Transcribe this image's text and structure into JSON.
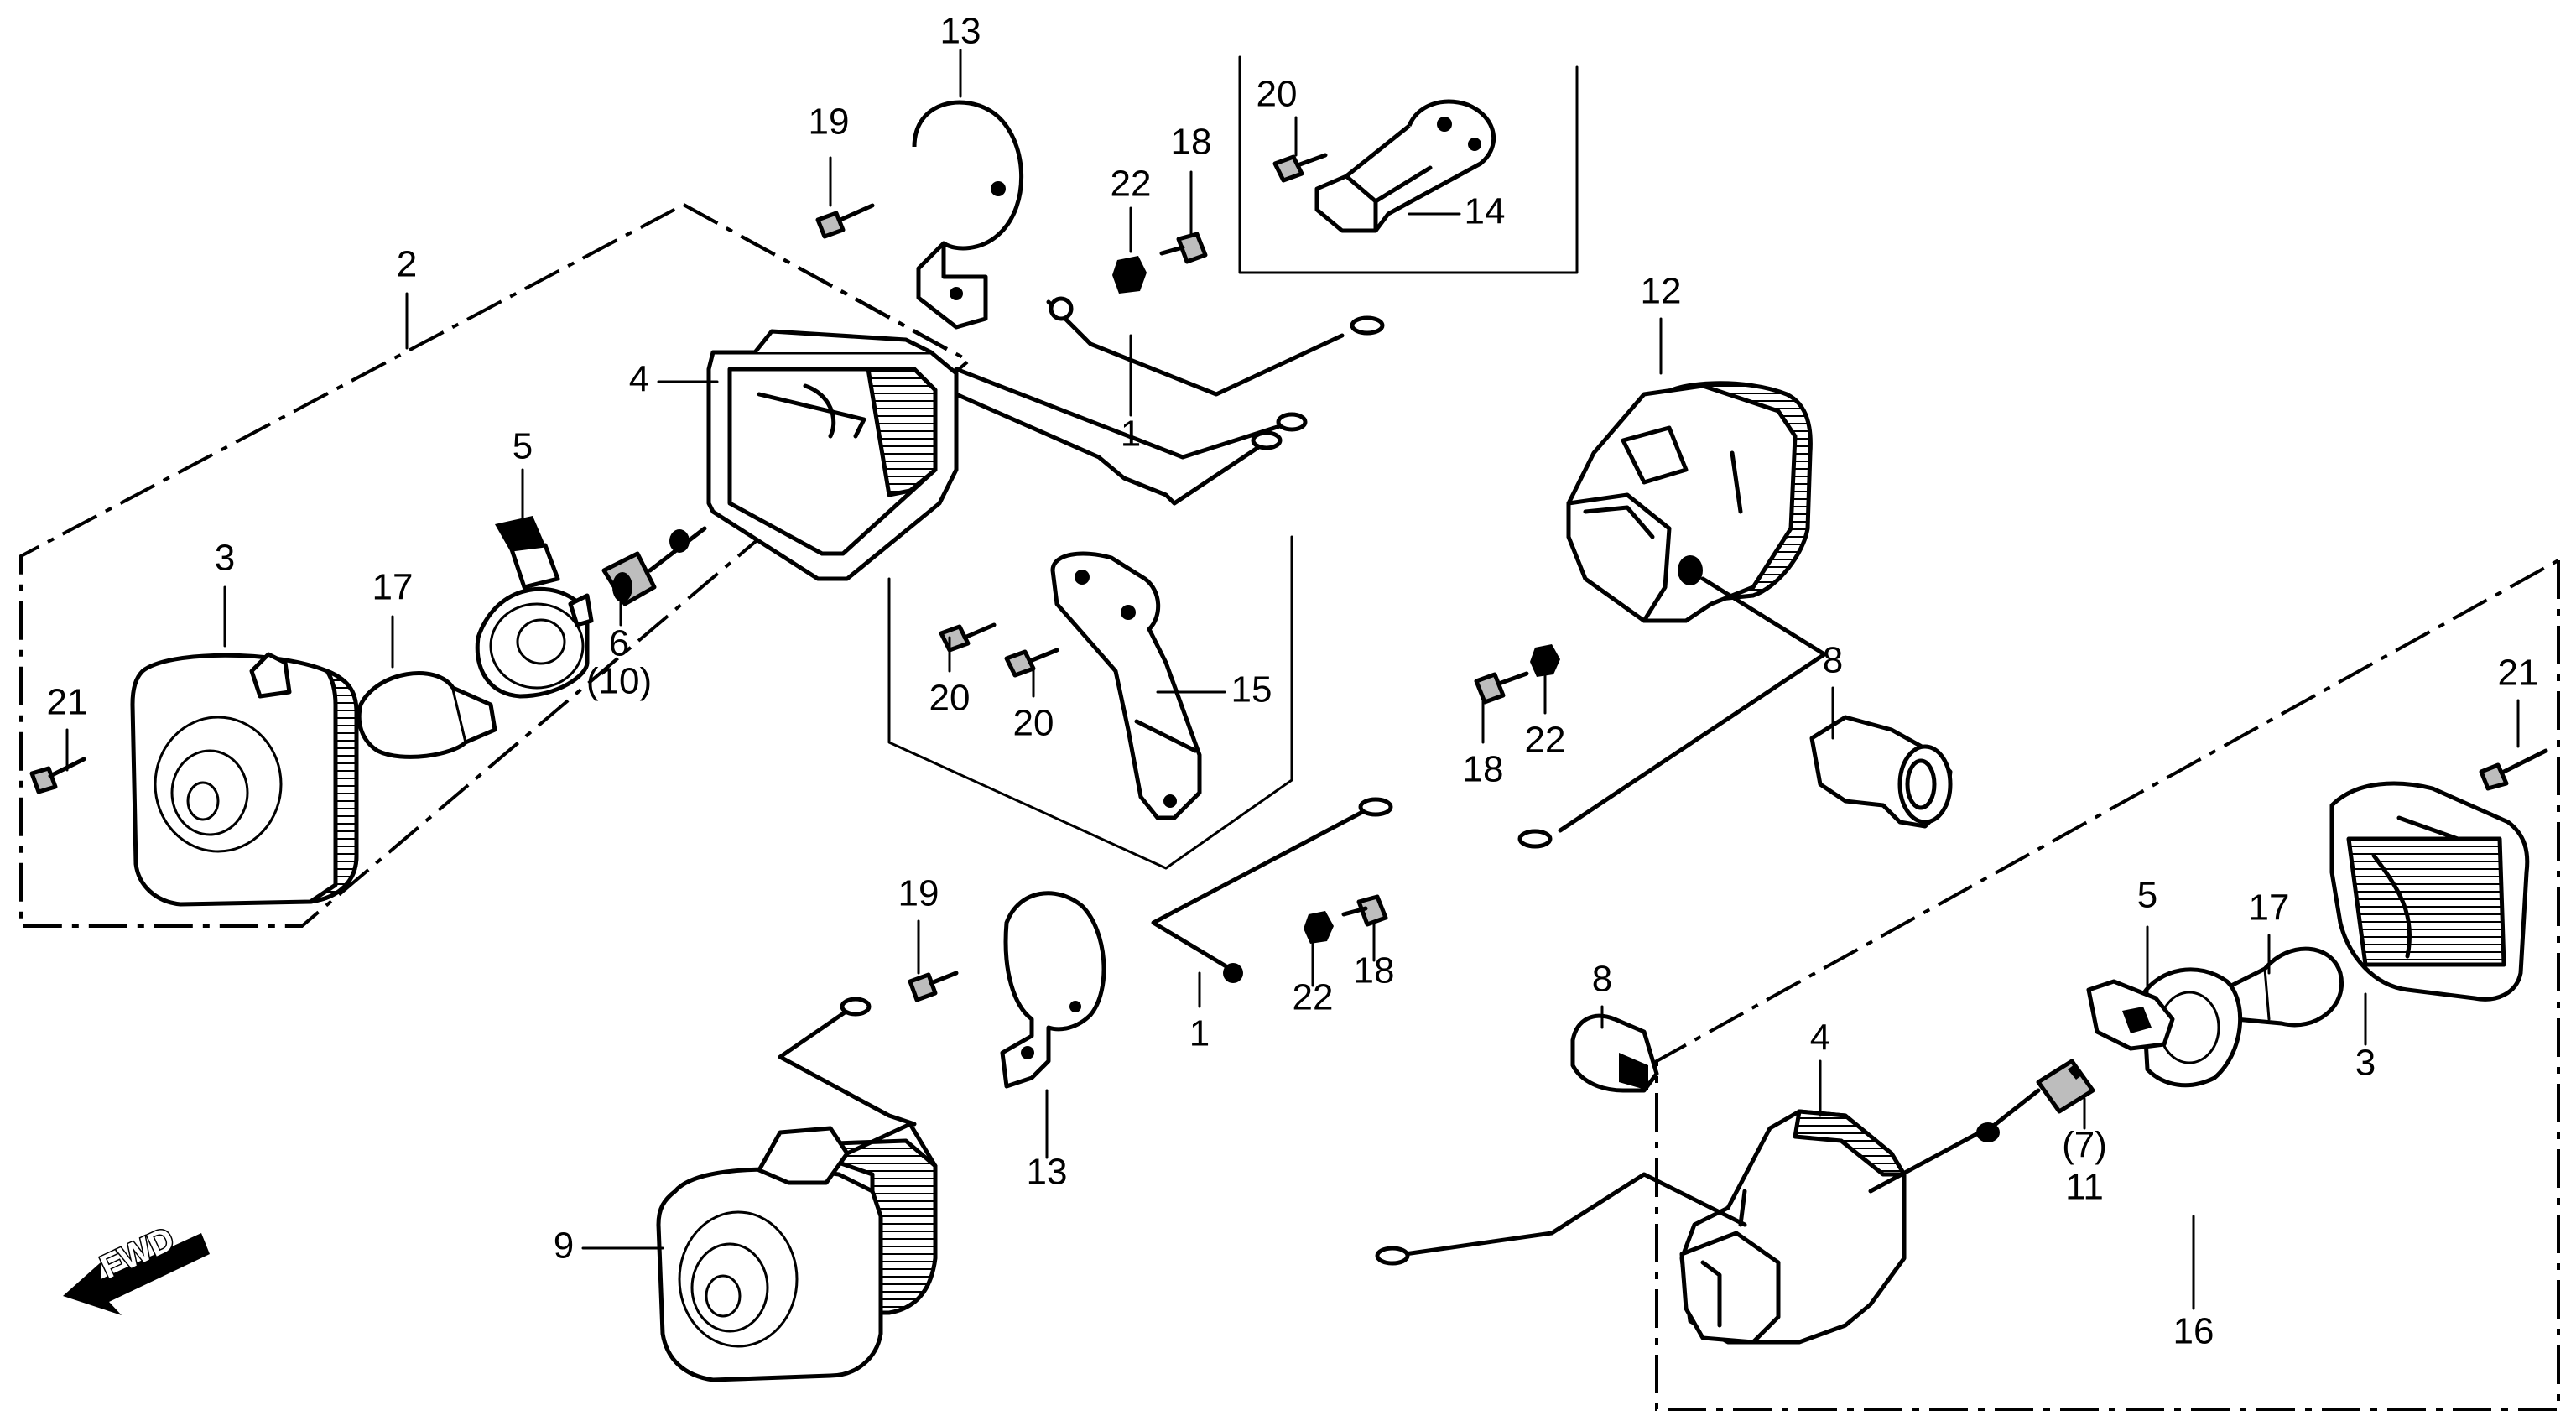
{
  "diagram": {
    "fwd_label": "FWD",
    "parts": [
      {
        "key": "p13a",
        "label": "13"
      },
      {
        "key": "p19a",
        "label": "19"
      },
      {
        "key": "p22a",
        "label": "22"
      },
      {
        "key": "p18a",
        "label": "18"
      },
      {
        "key": "p20a",
        "label": "20"
      },
      {
        "key": "p14",
        "label": "14"
      },
      {
        "key": "p2",
        "label": "2"
      },
      {
        "key": "p4a",
        "label": "4"
      },
      {
        "key": "p1a",
        "label": "1"
      },
      {
        "key": "p12",
        "label": "12"
      },
      {
        "key": "p5a",
        "label": "5"
      },
      {
        "key": "p3a",
        "label": "3"
      },
      {
        "key": "p17a",
        "label": "17"
      },
      {
        "key": "p6",
        "label": "6"
      },
      {
        "key": "p10",
        "label": "(10)"
      },
      {
        "key": "p21a",
        "label": "21"
      },
      {
        "key": "p20b",
        "label": "20"
      },
      {
        "key": "p20c",
        "label": "20"
      },
      {
        "key": "p15",
        "label": "15"
      },
      {
        "key": "p18b",
        "label": "18"
      },
      {
        "key": "p22b",
        "label": "22"
      },
      {
        "key": "p8a",
        "label": "8"
      },
      {
        "key": "p21b",
        "label": "21"
      },
      {
        "key": "p19b",
        "label": "19"
      },
      {
        "key": "p22c",
        "label": "22"
      },
      {
        "key": "p18c",
        "label": "18"
      },
      {
        "key": "p1b",
        "label": "1"
      },
      {
        "key": "p13b",
        "label": "13"
      },
      {
        "key": "p5b",
        "label": "5"
      },
      {
        "key": "p17b",
        "label": "17"
      },
      {
        "key": "p3b",
        "label": "3"
      },
      {
        "key": "p8b",
        "label": "8"
      },
      {
        "key": "p4b",
        "label": "4"
      },
      {
        "key": "p7",
        "label": "(7)"
      },
      {
        "key": "p11",
        "label": "11"
      },
      {
        "key": "p9",
        "label": "9"
      },
      {
        "key": "p16",
        "label": "16"
      }
    ]
  }
}
